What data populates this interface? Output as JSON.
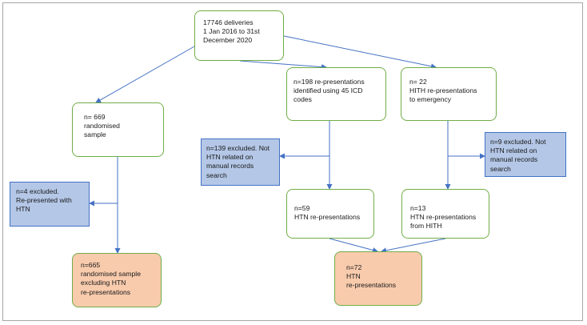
{
  "boxes": {
    "deliveries": "17746 deliveries\n1 Jan 2016 to 31st\nDecember 2020",
    "randomised": "n= 669\nrandomised\nsample",
    "icd": "n=198 re-presentations\nidentified using 45 ICD\ncodes",
    "hith": "n= 22\nHITH re-presentations\nto emergency",
    "excluded_139": "n=139 excluded. Not\nHTN related on\nmanual records\nsearch",
    "excluded_9": "n=9 excluded. Not\nHTN related on\nmanual records\nsearch",
    "excluded_4": "n=4 excluded.\nRe-presented with\nHTN",
    "htn_59": "n=59\nHTN re-presentations",
    "htn_13": "n=13\nHTN re-presentations\nfrom HITH",
    "final_665": "n=665\nrandomised sample\nexcluding HTN\nre-presentations",
    "final_72": "n=72\nHTN\nre-presentations"
  },
  "colors": {
    "border_green": "#70ad47",
    "fill_blue": "#b4c7e7",
    "border_blue": "#4472c4",
    "fill_peach": "#f8cbad",
    "arrow": "#4472c4"
  }
}
